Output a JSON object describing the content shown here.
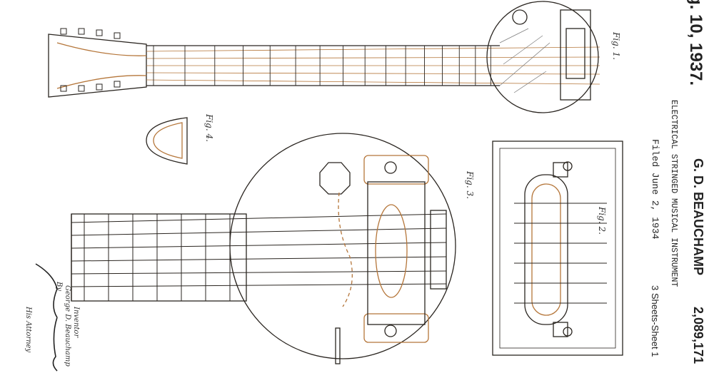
{
  "header": {
    "date": "g. 10, 1937.",
    "inventor_name": "G. D. BEAUCHAMP",
    "patent_number": "2,089,171",
    "title": "ELECTRICAL STRINGED MUSICAL INSTRUMENT",
    "filed": "Filed June 2, 1934",
    "sheets": "3 Sheets-Sheet 1"
  },
  "figures": {
    "fig1": "Fig. 1.",
    "fig2": "Fig. 2.",
    "fig3": "Fig. 3.",
    "fig4": "Fig. 4."
  },
  "signature": {
    "inventor_label": "Inventor",
    "inventor": "George D. Beauchamp",
    "by": "By",
    "attorney_label": "His Attorney"
  },
  "colors": {
    "ink": "#2a2520",
    "tint": "#b5763a"
  }
}
